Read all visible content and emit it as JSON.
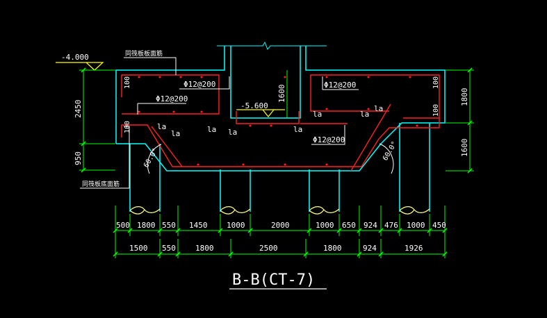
{
  "title": "B-B(CT-7)",
  "colors": {
    "background": "#000000",
    "outline": "#00ffff",
    "rebar": "#ff2020",
    "dimension": "#00ff00",
    "level": "#ffff00",
    "text": "#ffffff",
    "pile_mark": "#ffff80"
  },
  "levels": {
    "top": "-4.000",
    "pit": "-5.600"
  },
  "notes": {
    "top_note": "同筏板板面筋",
    "bottom_note": "同筏板底面筋"
  },
  "rebar": {
    "top_left": "Φ12@200",
    "top_right": "Φ12@200",
    "inner_left": "Φ12@200",
    "bottom_right": "Φ12@200"
  },
  "cover": {
    "left_top": "100",
    "left_bottom": "100",
    "right_top": "100",
    "right_mid": "100"
  },
  "anchor": {
    "la_labels": [
      "la",
      "la",
      "la",
      "la",
      "la",
      "la",
      "la",
      "la"
    ]
  },
  "angles": {
    "left": "60.0°",
    "right": "60.0°"
  },
  "vertical_dims": {
    "left_upper": "2450",
    "left_lower": "950",
    "pit_depth": "1600",
    "right_upper": "1800",
    "right_lower": "1600"
  },
  "dims_row1": [
    "500",
    "1800",
    "550",
    "1450",
    "1000",
    "2000",
    "1000",
    "650",
    "924",
    "476",
    "1000",
    "450"
  ],
  "dims_row2": [
    "1500",
    "550",
    "1800",
    "2500",
    "1800",
    "924",
    "1926"
  ]
}
